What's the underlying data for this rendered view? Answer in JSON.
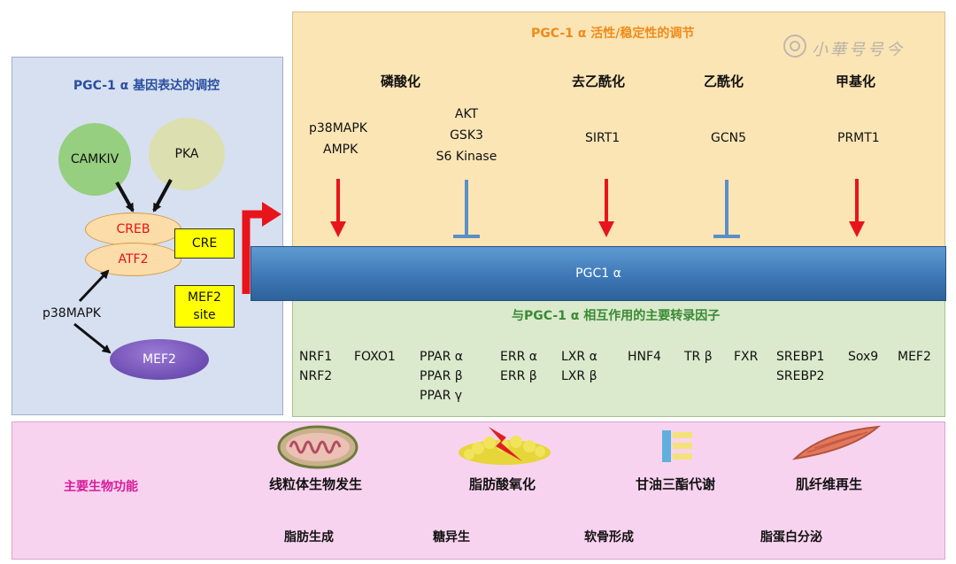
{
  "left_panel": {
    "title": "PGC-1 α 基因表达的调控",
    "camkiv": "CAMKIV",
    "pka": "PKA",
    "creb": "CREB",
    "atf2": "ATF2",
    "cre": "CRE",
    "mef2_site_line1": "MEF2",
    "mef2_site_line2": "site",
    "p38": "p38MAPK",
    "mef2": "MEF2"
  },
  "top_panel": {
    "title": "PGC-1 α 活性/稳定性的调节",
    "watermark": "小華号号今",
    "categories": [
      {
        "heading": "磷酸化",
        "activators": [
          "p38MAPK",
          "AMPK"
        ],
        "inhibitors": [
          "AKT",
          "GSK3",
          "S6 Kinase"
        ]
      },
      {
        "heading": "去乙酰化",
        "modifiers": [
          "SIRT1"
        ]
      },
      {
        "heading": "乙酰化",
        "modifiers": [
          "GCN5"
        ]
      },
      {
        "heading": "甲基化",
        "modifiers": [
          "PRMT1"
        ]
      }
    ]
  },
  "bar": {
    "label": "PGC1 α"
  },
  "mid_panel": {
    "title": "与PGC-1 α 相互作用的主要转录因子",
    "factors": [
      [
        "NRF1",
        "NRF2"
      ],
      [
        "FOXO1"
      ],
      [
        "PPAR α",
        "PPAR β",
        "PPAR γ"
      ],
      [
        "ERR α",
        "ERR β"
      ],
      [
        "LXR α",
        "LXR β"
      ],
      [
        "HNF4"
      ],
      [
        "TR β"
      ],
      [
        "FXR"
      ],
      [
        "SREBP1",
        "SREBP2"
      ],
      [
        "Sox9"
      ],
      [
        "MEF2"
      ]
    ]
  },
  "bottom_panel": {
    "title": "主要生物功能",
    "functions_row1": [
      "线粒体生物发生",
      "脂肪酸氧化",
      "甘油三酯代谢",
      "肌纤维再生"
    ],
    "functions_row2": [
      "脂肪生成",
      "糖异生",
      "软骨形成",
      "脂蛋白分泌"
    ]
  },
  "colors": {
    "activation_arrow": "#e8141b",
    "inhibition": "#5b8fc5",
    "top_title": "#f08a1a",
    "mid_title": "#3a8a35",
    "left_title": "#2a4fa0",
    "bottom_title": "#d61c9a"
  }
}
